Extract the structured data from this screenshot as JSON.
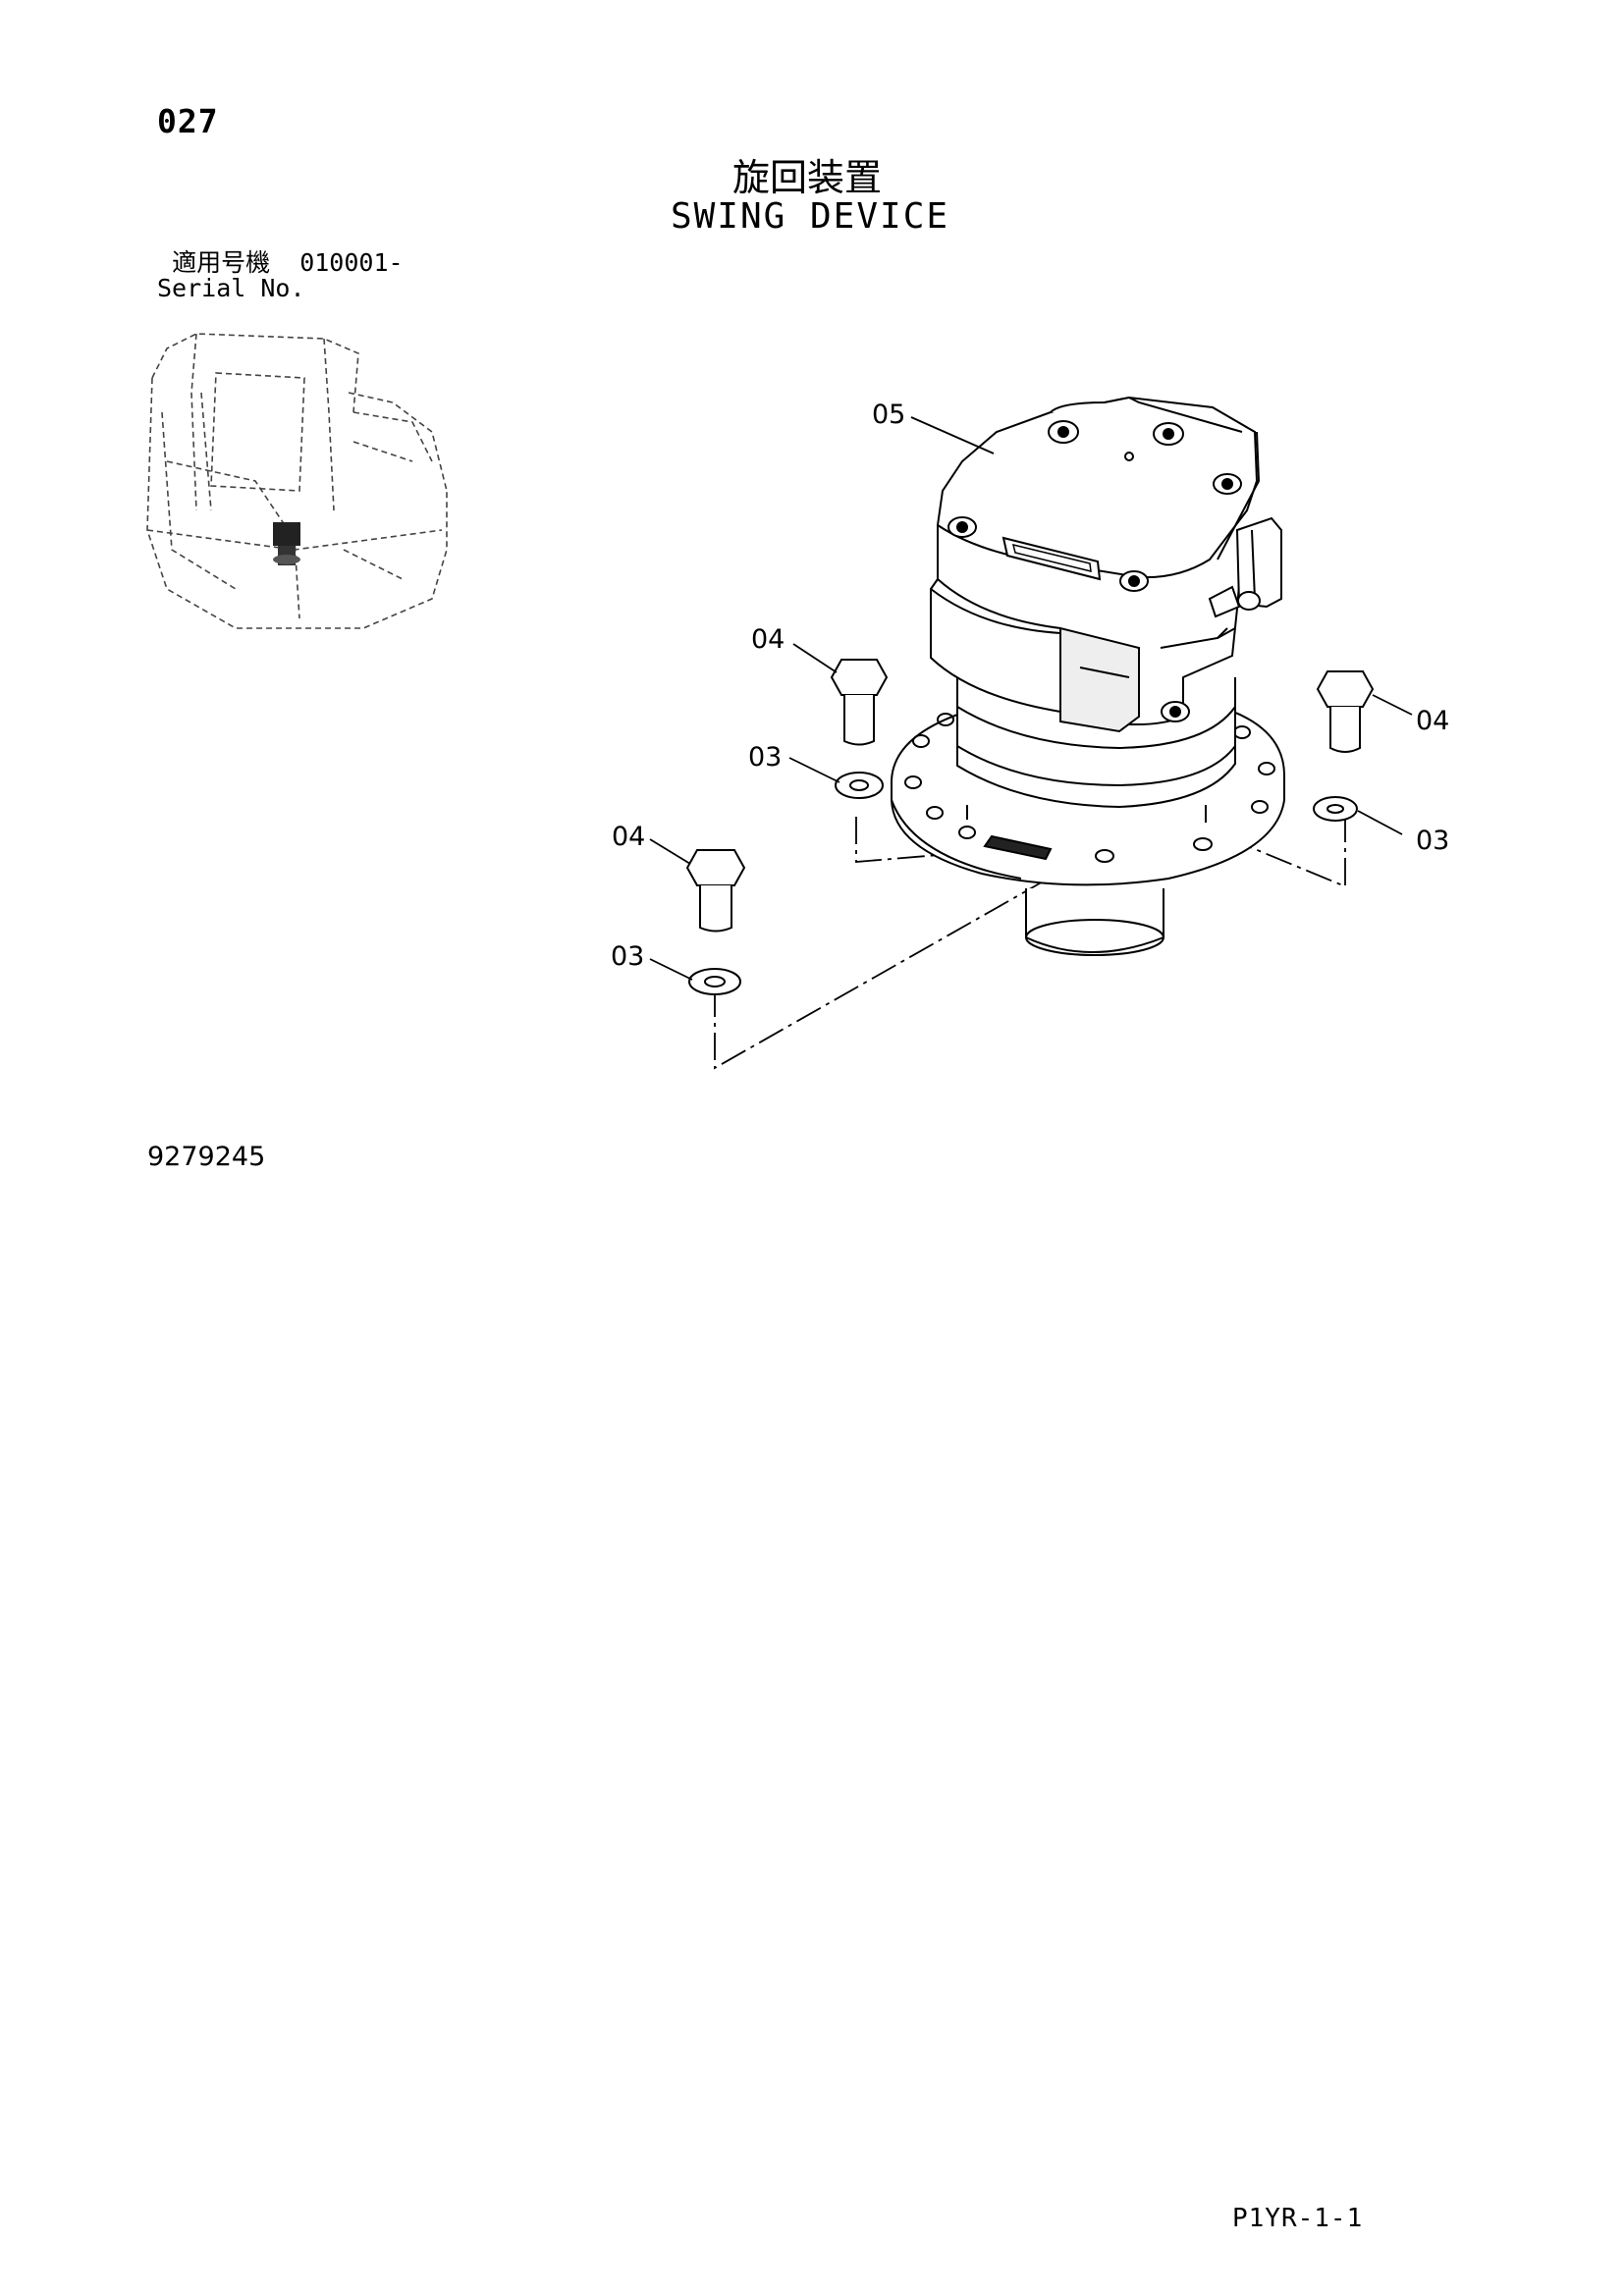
{
  "header": {
    "page_number": "027",
    "title_jp": "旋回装置",
    "title_en": "SWING DEVICE"
  },
  "serial": {
    "label_jp": "適用号機",
    "serial_value": "010001-",
    "label_en": "Serial No."
  },
  "callouts": {
    "swing_device": "05",
    "bolt_left_top": "04",
    "washer_left_top": "03",
    "bolt_bottom": "04",
    "washer_bottom": "03",
    "bolt_right": "04",
    "washer_right": "03"
  },
  "footer": {
    "illustration_code": "9279245",
    "page_ref": "P1YR-1-1"
  }
}
